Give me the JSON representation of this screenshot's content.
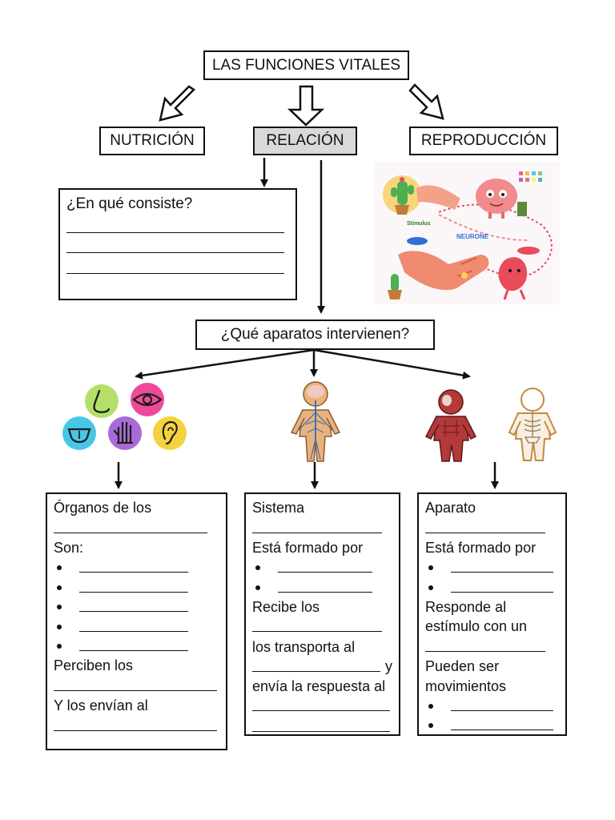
{
  "title": "LAS FUNCIONES VITALES",
  "branches": {
    "nutricion": "NUTRICIÓN",
    "relacion": "RELACIÓN",
    "reproduccion": "REPRODUCCIÓN"
  },
  "relacion_question": "¿En qué consiste?",
  "aparatos_question": "¿Qué aparatos intervienen?",
  "image_stimulus_label": "Stimulus",
  "image_neurone_label": "NEURONE",
  "col1": {
    "line1": "Órganos de los",
    "line2": "Son:",
    "line3": "Perciben los",
    "line4": "Y los envían al"
  },
  "col2": {
    "line1": "Sistema",
    "line2": "Está formado por",
    "line3": "Recibe los",
    "line4": "los transporta al",
    "line4_end": "y",
    "line5": "envía la respuesta al"
  },
  "col3": {
    "line1": "Aparato",
    "line2": "Está formado por",
    "line3": "Responde al",
    "line4": "estímulo con un",
    "line5": "Pueden ser",
    "line6": "movimientos"
  },
  "colors": {
    "nose": "#b4e06a",
    "eye": "#ee4a9a",
    "tongue": "#46c7e6",
    "hand": "#a86ad8",
    "ear": "#f4d23e",
    "relacion_fill": "#d9d9d9"
  }
}
